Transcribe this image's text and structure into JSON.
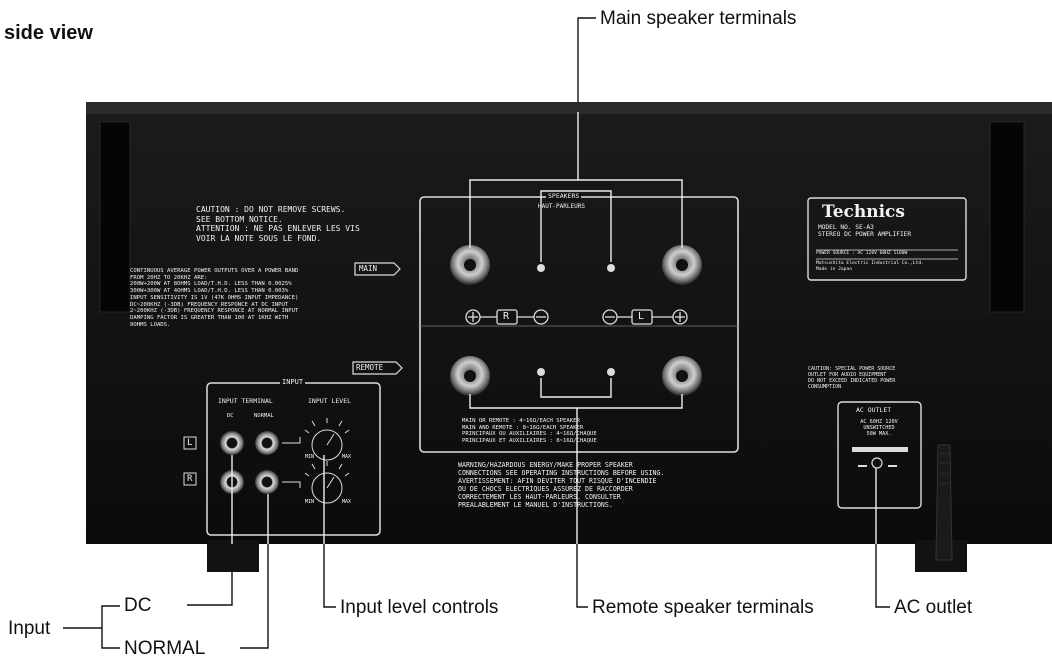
{
  "title": "side view",
  "callouts": {
    "main_speaker_terminals": "Main speaker terminals",
    "input": "Input",
    "dc": "DC",
    "normal": "NORMAL",
    "input_level_controls": "Input level controls",
    "remote_speaker_terminals": "Remote speaker terminals",
    "ac_outlet": "AC outlet"
  },
  "panel": {
    "caution": "CAUTION : DO NOT REMOVE SCREWS.\nSEE BOTTOM NOTICE.\nATTENTION : NE PAS ENLEVER LES VIS\nVOIR LA NOTE SOUS LE FOND.",
    "specs": "CONTINUOUS AVERAGE POWER OUTPUTS OVER A POWER BAND\nFROM 20Hz TO 20kHz ARE:\n200W+200W AT 8OHMS LOAD/T.H.D. LESS THAN 0.0025%\n300W+300W AT 4OHMS LOAD/T.H.D. LESS THAN 0.003%\nINPUT SENSITIVITY IS 1V (47k OHMS INPUT IMPEDANCE)\nDC~200kHz (-3dB) FREQUENCY RESPONCE AT DC INPUT\n2~200kHz (-3dB) FREQUENCY RESPONCE AT NORMAL INPUT\nDAMPING FACTOR IS GREATER THAN 100 AT 1kHz WITH\n8OHMS LOADS.",
    "main_tag": "MAIN",
    "remote_tag": "REMOTE",
    "speakers_en": "SPEAKERS",
    "speakers_fr": "HAUT-PARLEURS",
    "r_mark": "R",
    "l_mark": "L",
    "speaker_note": "MAIN OR REMOTE : 4~16Ω/EACH SPEAKER\nMAIN AND REMOTE : 8~16Ω/EACH SPEAKER\nPRINCIPAUX OU AUXILIAIRES : 4~16Ω/CHAQUE\nPRINCIPAUX ET AUXILIAIRES : 8~16Ω/CHAQUE",
    "warning": "WARNING/HAZARDOUS ENERGY/MAKE PROPER SPEAKER\nCONNECTIONS SEE OPERATING INSTRUCTIONS BEFORE USING.\nAVERTISSEMENT: AFIN DEVITER TOUT RISQUE D'INCENDIE\nOU DE CHOCS ELECTRIQUES ASSUREZ DE RACCORDER\nCORRECTEMENT LES HAUT-PARLEURS. CONSULTER\nPREALABLEMENT LE MANUEL D'INSTRUCTIONS.",
    "input_header": "INPUT",
    "input_terminal": "INPUT TERMINAL",
    "input_level": "INPUT LEVEL",
    "dc_small": "DC",
    "normal_small": "NORMAL",
    "min": "MIN",
    "max": "MAX",
    "ch_l": "L",
    "ch_r": "R",
    "brand": "Technics",
    "model": "MODEL No. SE-A3\nSTEREO DC POWER AMPLIFIER",
    "power_source": "POWER SOURCE : AC 120V 60Hz 1100W",
    "maker": "Matsushita Electric Industrial Co.,Ltd.\nMade in Japan",
    "caution2": "CAUTION: SPECIAL POWER SOURCE\nOUTLET FOR AUDIO EQUIPMENT\nDO NOT EXCEED INDICATED POWER\nCONSUMPTION",
    "ac_outlet": "AC OUTLET",
    "ac_rating": "AC 60Hz 120V\nUNSWITCHED\n50W MAX."
  }
}
